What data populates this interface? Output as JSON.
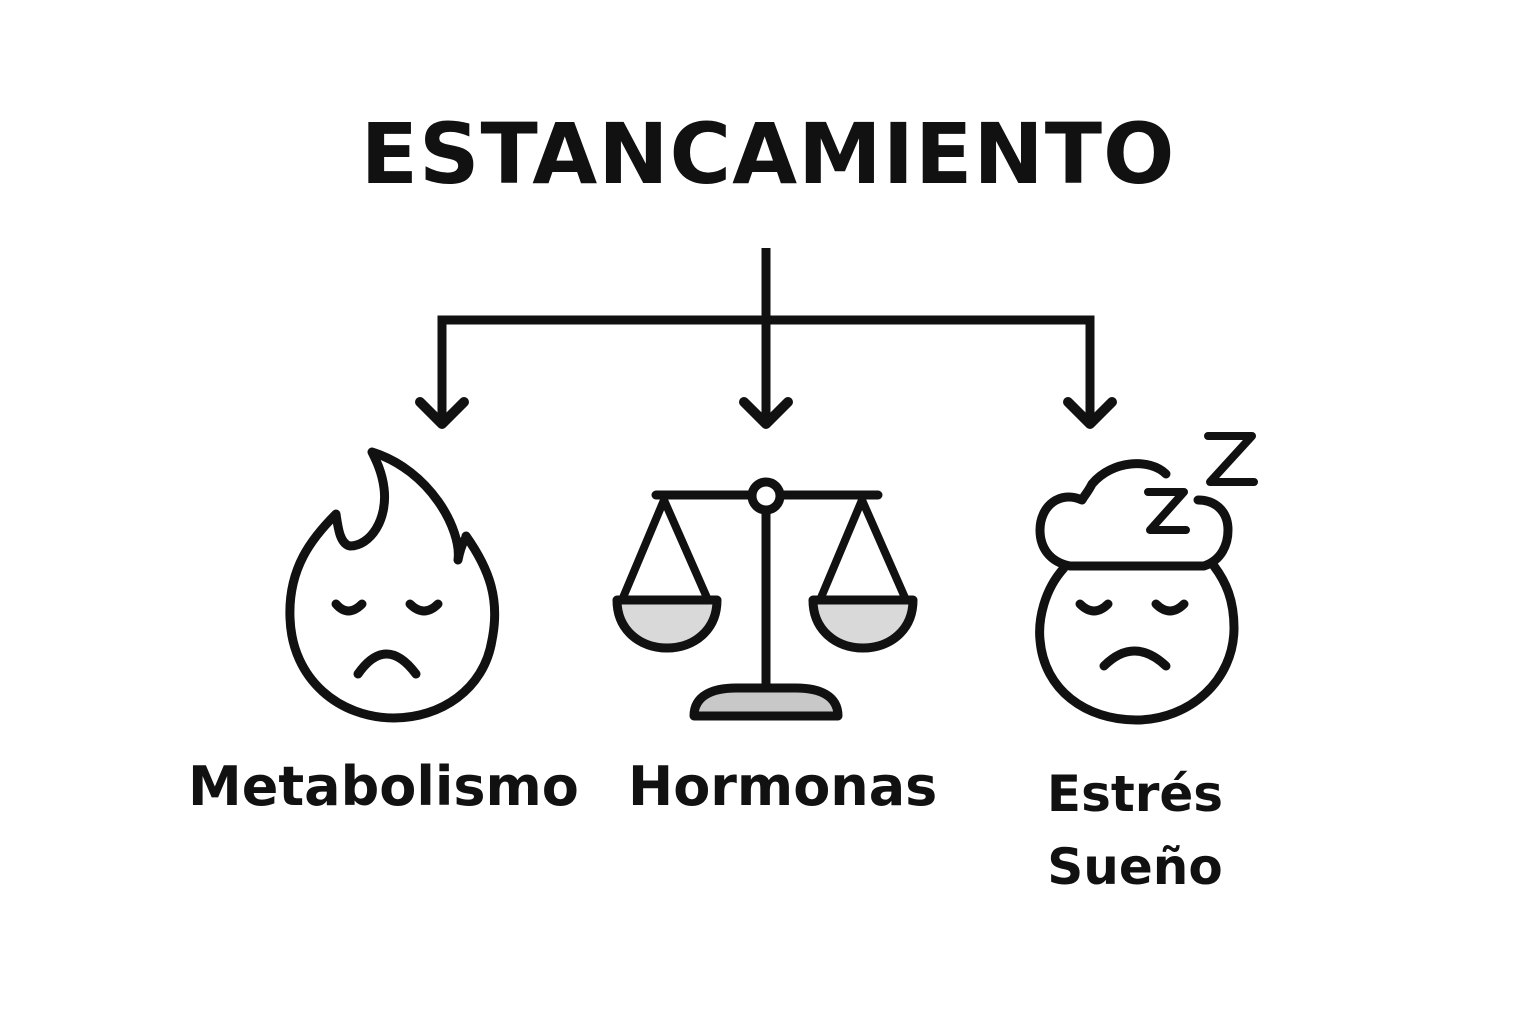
{
  "title": "ESTANCAMIENTO",
  "nodes": [
    {
      "label": "Metabolismo",
      "icon": "sad-flame-icon"
    },
    {
      "label": "Hormonas",
      "icon": "balance-scale-icon"
    },
    {
      "label_line1": "Estrés",
      "label_line2": "Sueño",
      "icon": "sleepy-face-icon"
    }
  ],
  "colors": {
    "stroke": "#111111",
    "fill_gray": "#d9d9d9",
    "background": "#ffffff"
  }
}
